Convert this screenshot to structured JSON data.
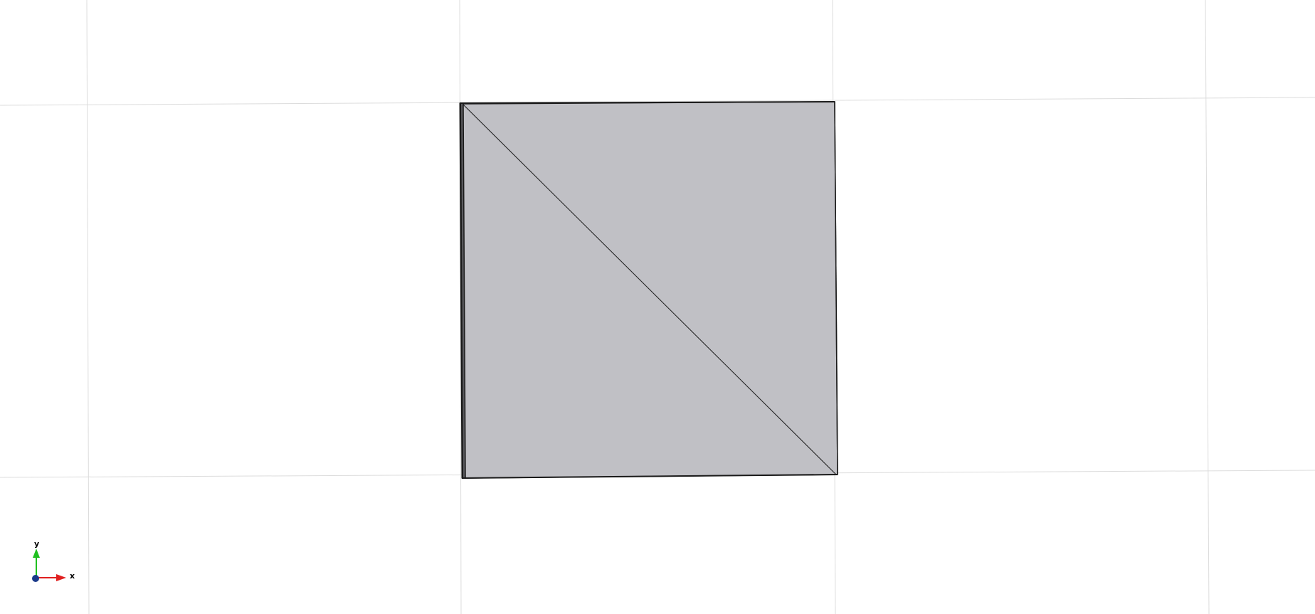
{
  "viewport": {
    "background_color": "#ffffff",
    "grid_color": "#dcdcdc",
    "grid_visible": true
  },
  "geometry": {
    "face_color": "#c0c0c5",
    "edge_color": "#1a1a1a",
    "shape": "square-face-with-diagonal-edge"
  },
  "axes_triad": {
    "x_label": "x",
    "y_label": "y",
    "x_color": "#e02020",
    "y_color": "#20c020",
    "z_color": "#1a3a8a"
  }
}
